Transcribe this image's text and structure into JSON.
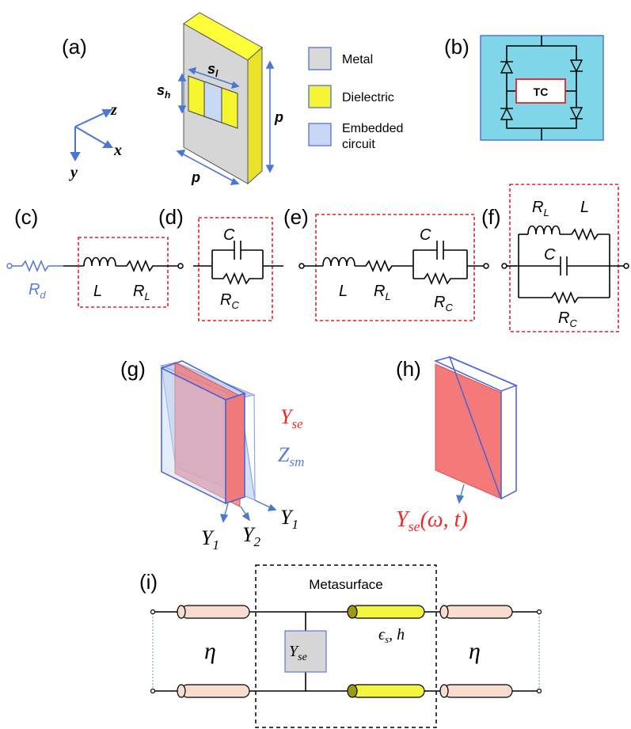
{
  "panels": {
    "a": "(a)",
    "b": "(b)",
    "c": "(c)",
    "d": "(d)",
    "e": "(e)",
    "f": "(f)",
    "g": "(g)",
    "h": "(h)",
    "i": "(i)"
  },
  "panel_a": {
    "legend": [
      {
        "label": "Metal",
        "color": "#d9d9d9"
      },
      {
        "label": "Dielectric",
        "color": "#f5f536"
      },
      {
        "label": "Embedded",
        "label2": "circuit",
        "color": "#c7d7f5"
      }
    ],
    "dim_sl": "s",
    "dim_sl_sub": "l",
    "dim_sh": "s",
    "dim_sh_sub": "h",
    "dim_p_bottom": "p",
    "dim_p_side": "p",
    "axes": {
      "z": "z",
      "x": "x",
      "y": "y"
    }
  },
  "panel_b": {
    "tc_label": "TC",
    "background": "#7fd6e8"
  },
  "panel_c": {
    "rd": "R",
    "rd_sub": "d",
    "l": "L",
    "rl": "R",
    "rl_sub": "L"
  },
  "panel_d": {
    "c": "C",
    "rc": "R",
    "rc_sub": "C"
  },
  "panel_e": {
    "l": "L",
    "rl": "R",
    "rl_sub": "L",
    "c": "C",
    "rc": "R",
    "rc_sub": "C"
  },
  "panel_f": {
    "rl": "R",
    "rl_sub": "L",
    "l": "L",
    "c": "C",
    "rc": "R",
    "rc_sub": "C"
  },
  "panel_g": {
    "yse": "Y",
    "yse_sub": "se",
    "zsm": "Z",
    "zsm_sub": "sm",
    "y1_left": "Y",
    "y1_left_sub": "1",
    "y2": "Y",
    "y2_sub": "2",
    "y1_right": "Y",
    "y1_right_sub": "1"
  },
  "panel_h": {
    "yse": "Y",
    "yse_sub": "se",
    "yse_args": "(ω, t)"
  },
  "panel_i": {
    "title": "Metasurface",
    "eta_left": "η",
    "eta_right": "η",
    "yse": "Y",
    "yse_sub": "se",
    "eps": "ϵ",
    "eps_sub": "s",
    "eps_tail": ", h"
  },
  "colors": {
    "red": "#f02828",
    "blue": "#5b7ad9",
    "pink_tube": "#f9dcd0",
    "yellow_tube": "#f4f542",
    "olive_cap": "#9a9a10"
  }
}
